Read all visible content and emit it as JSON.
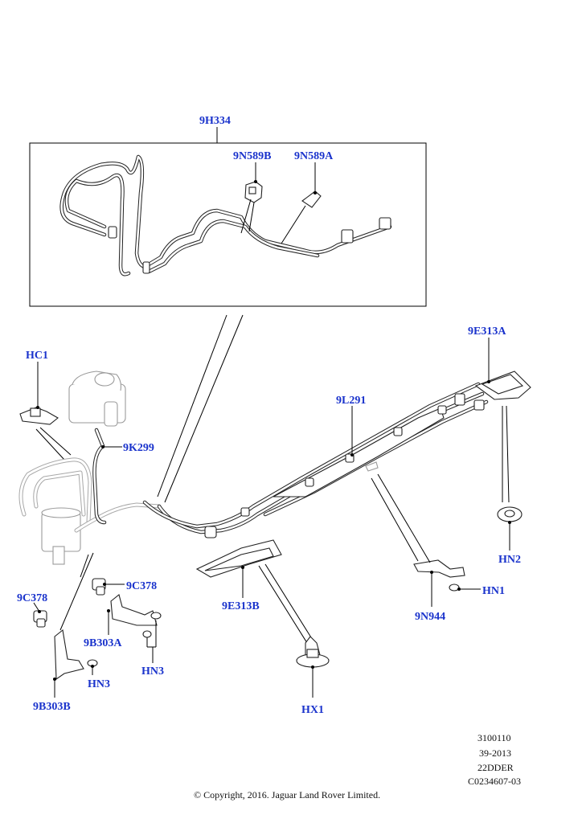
{
  "callouts": {
    "9h334": "9H334",
    "9n589b": "9N589B",
    "9n589a": "9N589A",
    "hc1": "HC1",
    "9e313a": "9E313A",
    "9l291": "9L291",
    "9k299": "9K299",
    "9c378_right": "9C378",
    "9c378_left": "9C378",
    "9e313b": "9E313B",
    "hn2": "HN2",
    "hn1": "HN1",
    "9n944": "9N944",
    "9b303a": "9B303A",
    "hn3_right": "HN3",
    "hn3_left": "HN3",
    "9b303b": "9B303B",
    "hx1": "HX1"
  },
  "reference": {
    "line1": "3100110",
    "line2": "39-2013",
    "line3": "22DDER",
    "line4": "C0234607-03"
  },
  "copyright": "© Copyright, 2016. Jaguar Land Rover Limited.",
  "colors": {
    "callout": "#1a33cc",
    "line": "#000000",
    "ghost": "#9a9a9a"
  }
}
